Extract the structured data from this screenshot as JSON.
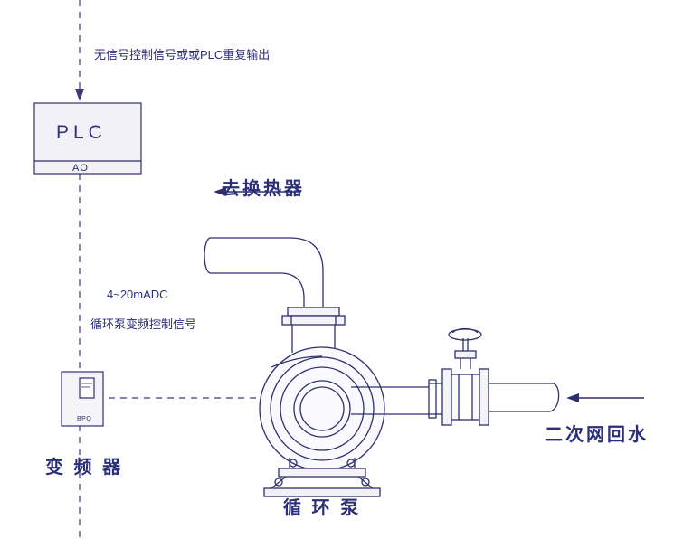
{
  "diagram": {
    "title_hidden": "",
    "labels": {
      "top_signal": "无信号控制信号或或PLC重复输出",
      "plc_box": "PLC",
      "plc_ao_port": "AO",
      "signal_spec": "4~20mADC",
      "signal_desc": "循环泵变频控制信号",
      "vfd_device_tag": "BPQ",
      "vfd_name": "变  频  器",
      "to_heat_exchanger": "去换热器",
      "secondary_return": "二次网回水",
      "pump_name": "循 环 泵"
    },
    "colors": {
      "line": "#2f2f6e",
      "text": "#2b2f7a",
      "equipment_fill": "#f2f1f7",
      "background": "#ffffff"
    }
  }
}
